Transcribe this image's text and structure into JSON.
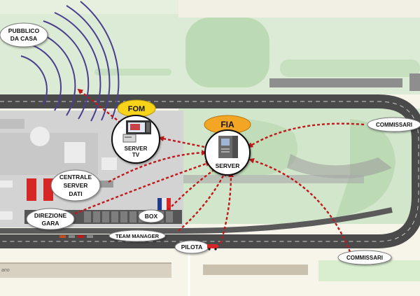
{
  "nodes": {
    "pubblico": {
      "line1": "PUBBLICO",
      "line2": "DA CASA"
    },
    "fom": {
      "badge": "FOM",
      "line1": "SERVER",
      "line2": "TV"
    },
    "fia": {
      "badge": "FIA",
      "line1": "SERVER"
    },
    "commissari_top": {
      "label": "COMMISSARI"
    },
    "commissari_bottom": {
      "label": "COMMISSARI"
    },
    "centrale": {
      "line1": "CENTRALE",
      "line2": "SERVER",
      "line3": "DATI"
    },
    "direzione": {
      "line1": "DIREZIONE",
      "line2": "GARA"
    },
    "box": {
      "label": "BOX"
    },
    "team_manager": {
      "label": "TEAM MANAGER"
    },
    "pilota": {
      "label": "PILOTA"
    }
  },
  "map_text": {
    "road_fragment": "ano"
  },
  "colors": {
    "grass": "#c9e2c3",
    "grass_dark": "#b5d6ae",
    "track": "#4a4a4a",
    "paddock": "#d5d5d5",
    "arrow": "#c0181b",
    "fom_badge": "#f7d41a",
    "fia_badge": "#f2a623",
    "waves": "#4a3f8f"
  }
}
